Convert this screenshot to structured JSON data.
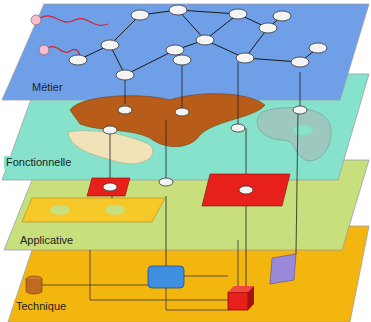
{
  "diagram": {
    "nodes": [
      {
        "text": [
          "Métier"
        ]
      },
      {
        "text": [
          "Fonctionnelle"
        ]
      },
      {
        "text": [
          "Applicative"
        ]
      },
      {
        "text": [
          "Technique"
        ]
      }
    ]
  }
}
